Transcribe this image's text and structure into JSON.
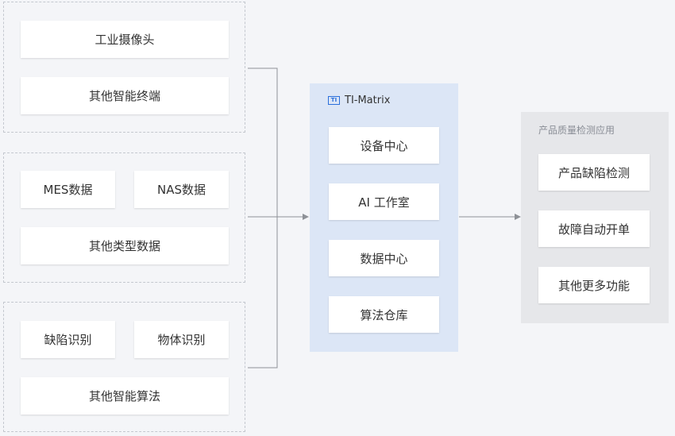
{
  "groups": [
    {
      "items": [
        "工业摄像头",
        "其他智能终端"
      ]
    },
    {
      "items": [
        "MES数据",
        "NAS数据",
        "其他类型数据"
      ]
    },
    {
      "items": [
        "缺陷识别",
        "物体识别",
        "其他智能算法"
      ]
    }
  ],
  "center": {
    "logo_text": "TI",
    "title": "TI-Matrix",
    "items": [
      "设备中心",
      "AI 工作室",
      "数据中心",
      "算法仓库"
    ]
  },
  "right": {
    "title": "产品质量检测应用",
    "items": [
      "产品缺陷检测",
      "故障自动开单",
      "其他更多功能"
    ]
  },
  "colors": {
    "background": "#f4f5f8",
    "center_panel": "#dce6f6",
    "right_panel": "#e6e7ea",
    "accent": "#2a6fdb",
    "connector": "#8e9197"
  }
}
